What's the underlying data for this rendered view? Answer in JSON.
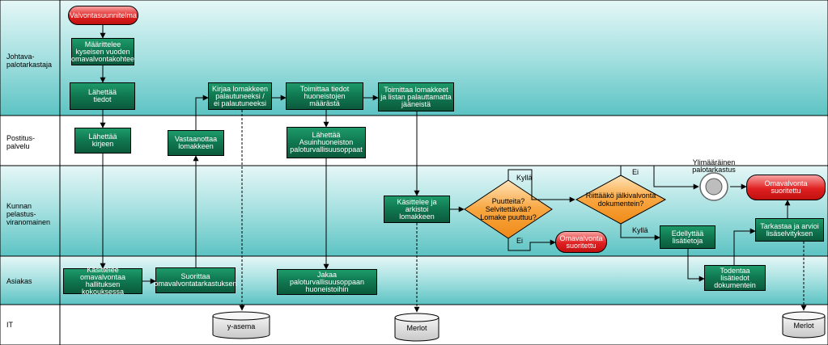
{
  "lanes": {
    "johtava": "Johtava-\npalotarkastaja",
    "postitus": "Postitus-\npalvelu",
    "kunnan": "Kunnan\npelastus-\nviranomainen",
    "asiakas": "Asiakas",
    "it": "IT"
  },
  "start": "Valvontasuunnitelma",
  "tasks": {
    "maarittelee": "Määrittelee\nkyseisen vuoden\nomavalvontakohtee",
    "lahettaa_tiedot": "Lähettää\ntiedot",
    "lahettaa_kirjeen": "Lähettää\nkirjeen",
    "kasittelee_oma": "Käsittelee omavalvontaa\nhallituksen kokouksessa",
    "suorittaa": "Suorittaa\nomavalvontatarkastuksen",
    "vastaanottaa": "Vastaanottaa\nlomakkeen",
    "kirjaa": "Kirjaa lomakkeen\npalautuneeksi /\nei palautuneeksi",
    "toimittaa_tiedot": "Toimittaa tiedot\nhuoneistojen määrästä",
    "lahettaa_asuin": "Lähettää\nAsuinhuoneiston\npaloturvallisuusoppaat",
    "jakaa": "Jakaa paloturvallisuusoppaan\nhuoneistoihin",
    "toimittaa_lomakkeet": "Toimittaa lomakkeet\nja listan palauttamatta\njääneistä",
    "kasittelee_arkistoi": "Käsittelee ja arkistoi\nlomakkeen",
    "edellyttaa": "Edellyttää\nlisätietoja",
    "todentaa": "Todentaa lisätiedot\ndokumentein",
    "tarkastaa": "Tarkastaa ja arvioi\nlisäselvityksen"
  },
  "decisions": {
    "puutteita": "Puutteita?\nSelvitettävää?\nLomake puuttuu?",
    "riittaako": "Riittääkö jälkivalvonta\ndokumentein?"
  },
  "ends": {
    "end1": "Omavalvonta\nsuoritettu",
    "end2": "Omavalvonta\nsuoritettu"
  },
  "event_label": "Ylimääräinen\npalotarkastus",
  "flow_labels": {
    "kylla1": "Kyllä",
    "ei1": "Ei",
    "ei2": "Ei",
    "kylla2": "Kyllä"
  },
  "datastores": {
    "y_asema": "y-asema",
    "merlot1": "Merlot",
    "merlot2": "Merlot"
  },
  "colors": {
    "lane_teal": "#6ecdcd",
    "lane_white": "#ffffff",
    "task_green": "#107a52",
    "terminator_red": "#e02020",
    "decision_orange": "#f79a30"
  }
}
